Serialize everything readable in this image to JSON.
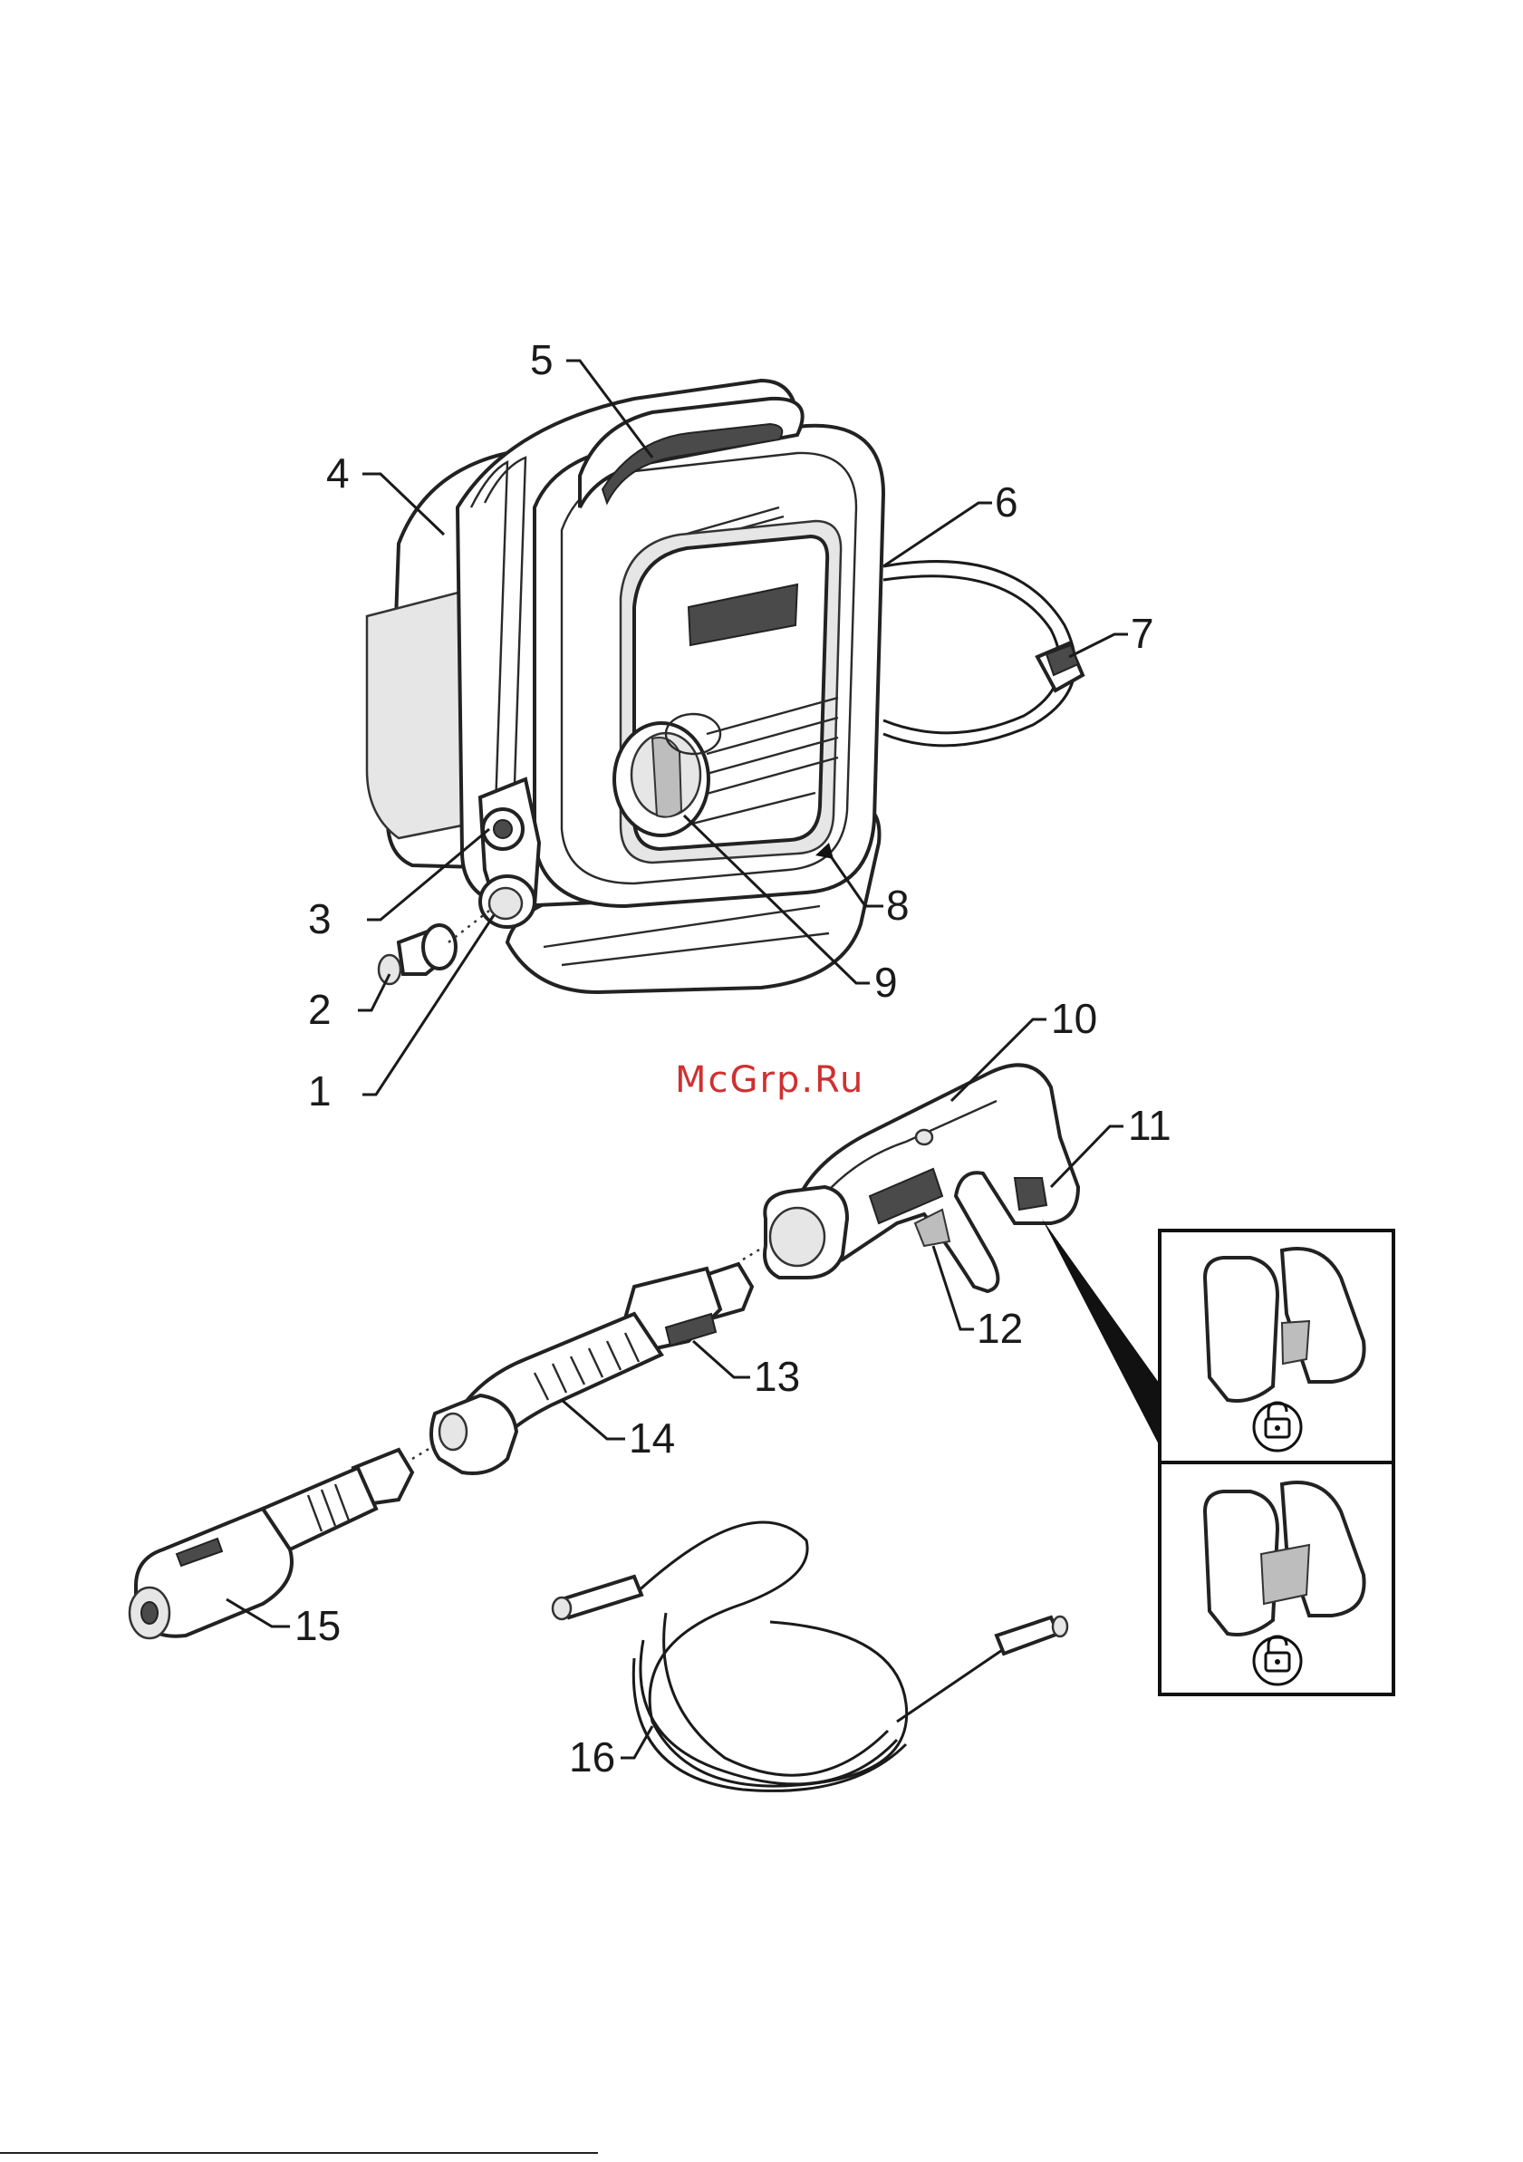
{
  "callouts": [
    {
      "id": "1",
      "text": "1"
    },
    {
      "id": "2",
      "text": "2"
    },
    {
      "id": "3",
      "text": "3"
    },
    {
      "id": "4",
      "text": "4"
    },
    {
      "id": "5",
      "text": "5"
    },
    {
      "id": "6",
      "text": "6"
    },
    {
      "id": "7",
      "text": "7"
    },
    {
      "id": "8",
      "text": "8"
    },
    {
      "id": "9",
      "text": "9"
    },
    {
      "id": "10",
      "text": "10"
    },
    {
      "id": "11",
      "text": "11"
    },
    {
      "id": "12",
      "text": "12"
    },
    {
      "id": "13",
      "text": "13"
    },
    {
      "id": "14",
      "text": "14"
    },
    {
      "id": "15",
      "text": "15"
    },
    {
      "id": "16",
      "text": "16"
    }
  ],
  "watermark": "McGrp.Ru",
  "colors": {
    "line": "#1a1a1a",
    "watermark": "#d03030",
    "background": "#ffffff"
  },
  "icons": {
    "unlocked": "unlocked-padlock-icon",
    "locked": "locked-padlock-icon"
  }
}
